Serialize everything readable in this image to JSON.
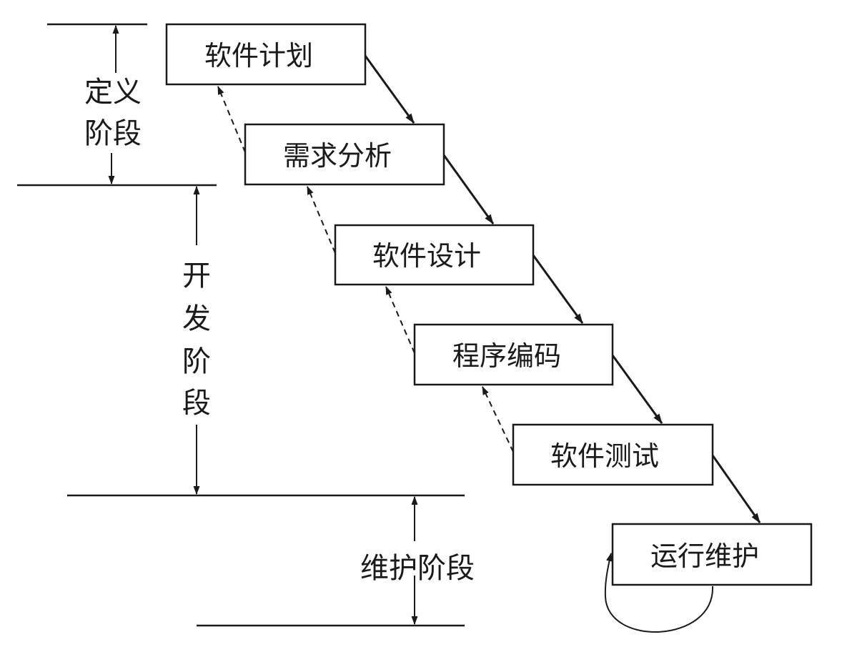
{
  "diagram": {
    "type": "waterfall-model",
    "stages": [
      {
        "id": "plan",
        "label": "软件计划"
      },
      {
        "id": "req",
        "label": "需求分析"
      },
      {
        "id": "design",
        "label": "软件设计"
      },
      {
        "id": "code",
        "label": "程序编码"
      },
      {
        "id": "test",
        "label": "软件测试"
      },
      {
        "id": "maint",
        "label": "运行维护"
      }
    ],
    "phases": [
      {
        "id": "definition",
        "label_lines": [
          "定义",
          "阶段"
        ],
        "stages": [
          "plan",
          "req"
        ]
      },
      {
        "id": "development",
        "label_lines": [
          "开",
          "发",
          "阶",
          "段"
        ],
        "stages": [
          "design",
          "code",
          "test"
        ]
      },
      {
        "id": "maintenance",
        "label_lines": [
          "维护阶段"
        ],
        "stages": [
          "maint"
        ]
      }
    ],
    "edges": [
      {
        "from": "plan",
        "to": "req",
        "style": "solid"
      },
      {
        "from": "req",
        "to": "design",
        "style": "solid"
      },
      {
        "from": "design",
        "to": "code",
        "style": "solid"
      },
      {
        "from": "code",
        "to": "test",
        "style": "solid"
      },
      {
        "from": "test",
        "to": "maint",
        "style": "solid"
      },
      {
        "from": "req",
        "to": "plan",
        "style": "dashed"
      },
      {
        "from": "design",
        "to": "req",
        "style": "dashed"
      },
      {
        "from": "code",
        "to": "design",
        "style": "dashed"
      },
      {
        "from": "test",
        "to": "code",
        "style": "dashed"
      },
      {
        "from": "maint",
        "to": "maint",
        "style": "loop"
      }
    ]
  }
}
